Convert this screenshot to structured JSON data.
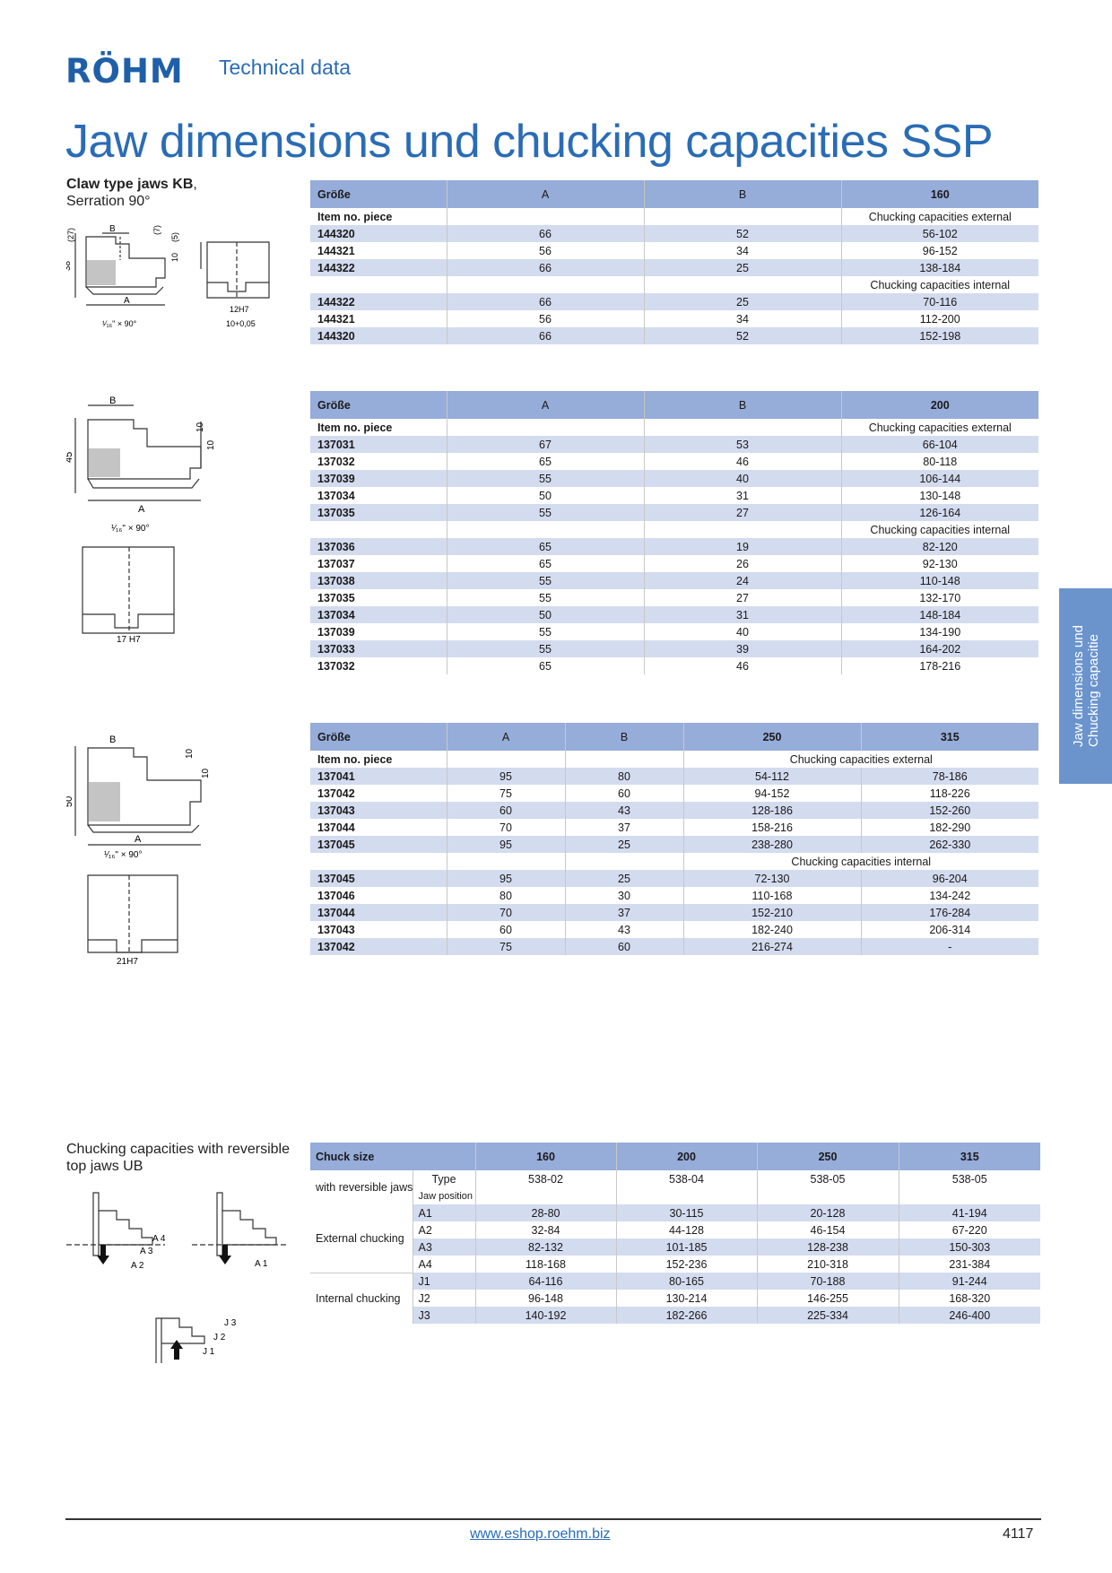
{
  "header": {
    "logo": "RÖHM",
    "section": "Technical data"
  },
  "title": "Jaw dimensions und chucking capacities SSP",
  "side_tab": {
    "line1": "Jaw dimensions und",
    "line2": "Chucking capacitie"
  },
  "block1": {
    "title_bold": "Claw type jaws KB",
    "title_rest": ",",
    "subtitle": "Serration 90°",
    "drawing_labels": {
      "B": "B",
      "A": "A",
      "h38": "38",
      "d27": "(27)",
      "d7": "(7)",
      "d10": "10",
      "d5": "(5)",
      "chamfer": "¹⁄₁₆\" × 90°",
      "slot1": "12H7",
      "slot2": "10+0,05"
    },
    "table": {
      "headers": [
        "Größe",
        "A",
        "B",
        "160"
      ],
      "item_label": "Item no. piece",
      "ext_label": "Chucking capacities external",
      "int_label": "Chucking capacities internal",
      "external": [
        [
          "144320",
          "66",
          "52",
          "56-102"
        ],
        [
          "144321",
          "56",
          "34",
          "96-152"
        ],
        [
          "144322",
          "66",
          "25",
          "138-184"
        ]
      ],
      "internal": [
        [
          "144322",
          "66",
          "25",
          "70-116"
        ],
        [
          "144321",
          "56",
          "34",
          "112-200"
        ],
        [
          "144320",
          "66",
          "52",
          "152-198"
        ]
      ]
    }
  },
  "block2": {
    "drawing_labels": {
      "B": "B",
      "A": "A",
      "h45": "45",
      "d10a": "10",
      "d10b": "10",
      "chamfer": "¹⁄₁₆\" × 90°",
      "slot": "17 H7"
    },
    "table": {
      "headers": [
        "Größe",
        "A",
        "B",
        "200"
      ],
      "item_label": "Item no. piece",
      "ext_label": "Chucking capacities external",
      "int_label": "Chucking capacities internal",
      "external": [
        [
          "137031",
          "67",
          "53",
          "66-104"
        ],
        [
          "137032",
          "65",
          "46",
          "80-118"
        ],
        [
          "137039",
          "55",
          "40",
          "106-144"
        ],
        [
          "137034",
          "50",
          "31",
          "130-148"
        ],
        [
          "137035",
          "55",
          "27",
          "126-164"
        ]
      ],
      "internal": [
        [
          "137036",
          "65",
          "19",
          "82-120"
        ],
        [
          "137037",
          "65",
          "26",
          "92-130"
        ],
        [
          "137038",
          "55",
          "24",
          "110-148"
        ],
        [
          "137035",
          "55",
          "27",
          "132-170"
        ],
        [
          "137034",
          "50",
          "31",
          "148-184"
        ],
        [
          "137039",
          "55",
          "40",
          "134-190"
        ],
        [
          "137033",
          "55",
          "39",
          "164-202"
        ],
        [
          "137032",
          "65",
          "46",
          "178-216"
        ]
      ]
    }
  },
  "block3": {
    "drawing_labels": {
      "B": "B",
      "A": "A",
      "h50": "50",
      "d10a": "10",
      "d10b": "10",
      "chamfer": "¹⁄₁₆\" × 90°",
      "slot": "21H7"
    },
    "table": {
      "headers": [
        "Größe",
        "A",
        "B",
        "250",
        "315"
      ],
      "item_label": "Item no. piece",
      "ext_label": "Chucking capacities external",
      "int_label": "Chucking capacities internal",
      "external": [
        [
          "137041",
          "95",
          "80",
          "54-112",
          "78-186"
        ],
        [
          "137042",
          "75",
          "60",
          "94-152",
          "118-226"
        ],
        [
          "137043",
          "60",
          "43",
          "128-186",
          "152-260"
        ],
        [
          "137044",
          "70",
          "37",
          "158-216",
          "182-290"
        ],
        [
          "137045",
          "95",
          "25",
          "238-280",
          "262-330"
        ]
      ],
      "internal": [
        [
          "137045",
          "95",
          "25",
          "72-130",
          "96-204"
        ],
        [
          "137046",
          "80",
          "30",
          "110-168",
          "134-242"
        ],
        [
          "137044",
          "70",
          "37",
          "152-210",
          "176-284"
        ],
        [
          "137043",
          "60",
          "43",
          "182-240",
          "206-314"
        ],
        [
          "137042",
          "75",
          "60",
          "216-274",
          "-"
        ]
      ]
    }
  },
  "block4": {
    "title": "Chucking capacities with reversible top jaws UB",
    "drawing_labels": {
      "A1": "A 1",
      "A2": "A 2",
      "A3": "A 3",
      "A4": "A 4",
      "J1": "J 1",
      "J2": "J 2",
      "J3": "J 3"
    },
    "table": {
      "header_label": "Chuck size",
      "sizes": [
        "160",
        "200",
        "250",
        "315"
      ],
      "rev_label": "with reversible jaws",
      "type_label": "Type",
      "types": [
        "538-02",
        "538-04",
        "538-05",
        "538-05"
      ],
      "jaw_pos_label": "Jaw position",
      "ext_label": "External chucking",
      "int_label": "Internal chucking",
      "external": [
        [
          "A1",
          "28-80",
          "30-115",
          "20-128",
          "41-194"
        ],
        [
          "A2",
          "32-84",
          "44-128",
          "46-154",
          "67-220"
        ],
        [
          "A3",
          "82-132",
          "101-185",
          "128-238",
          "150-303"
        ],
        [
          "A4",
          "118-168",
          "152-236",
          "210-318",
          "231-384"
        ]
      ],
      "internal": [
        [
          "J1",
          "64-116",
          "80-165",
          "70-188",
          "91-244"
        ],
        [
          "J2",
          "96-148",
          "130-214",
          "146-255",
          "168-320"
        ],
        [
          "J3",
          "140-192",
          "182-266",
          "225-334",
          "246-400"
        ]
      ]
    }
  },
  "footer": {
    "url": "www.eshop.roehm.biz",
    "page": "4117"
  },
  "colors": {
    "brand_blue": "#2a6cb5",
    "header_row": "#96acd9",
    "stripe_row": "#d3dbef",
    "side_tab": "#6b94cd"
  }
}
